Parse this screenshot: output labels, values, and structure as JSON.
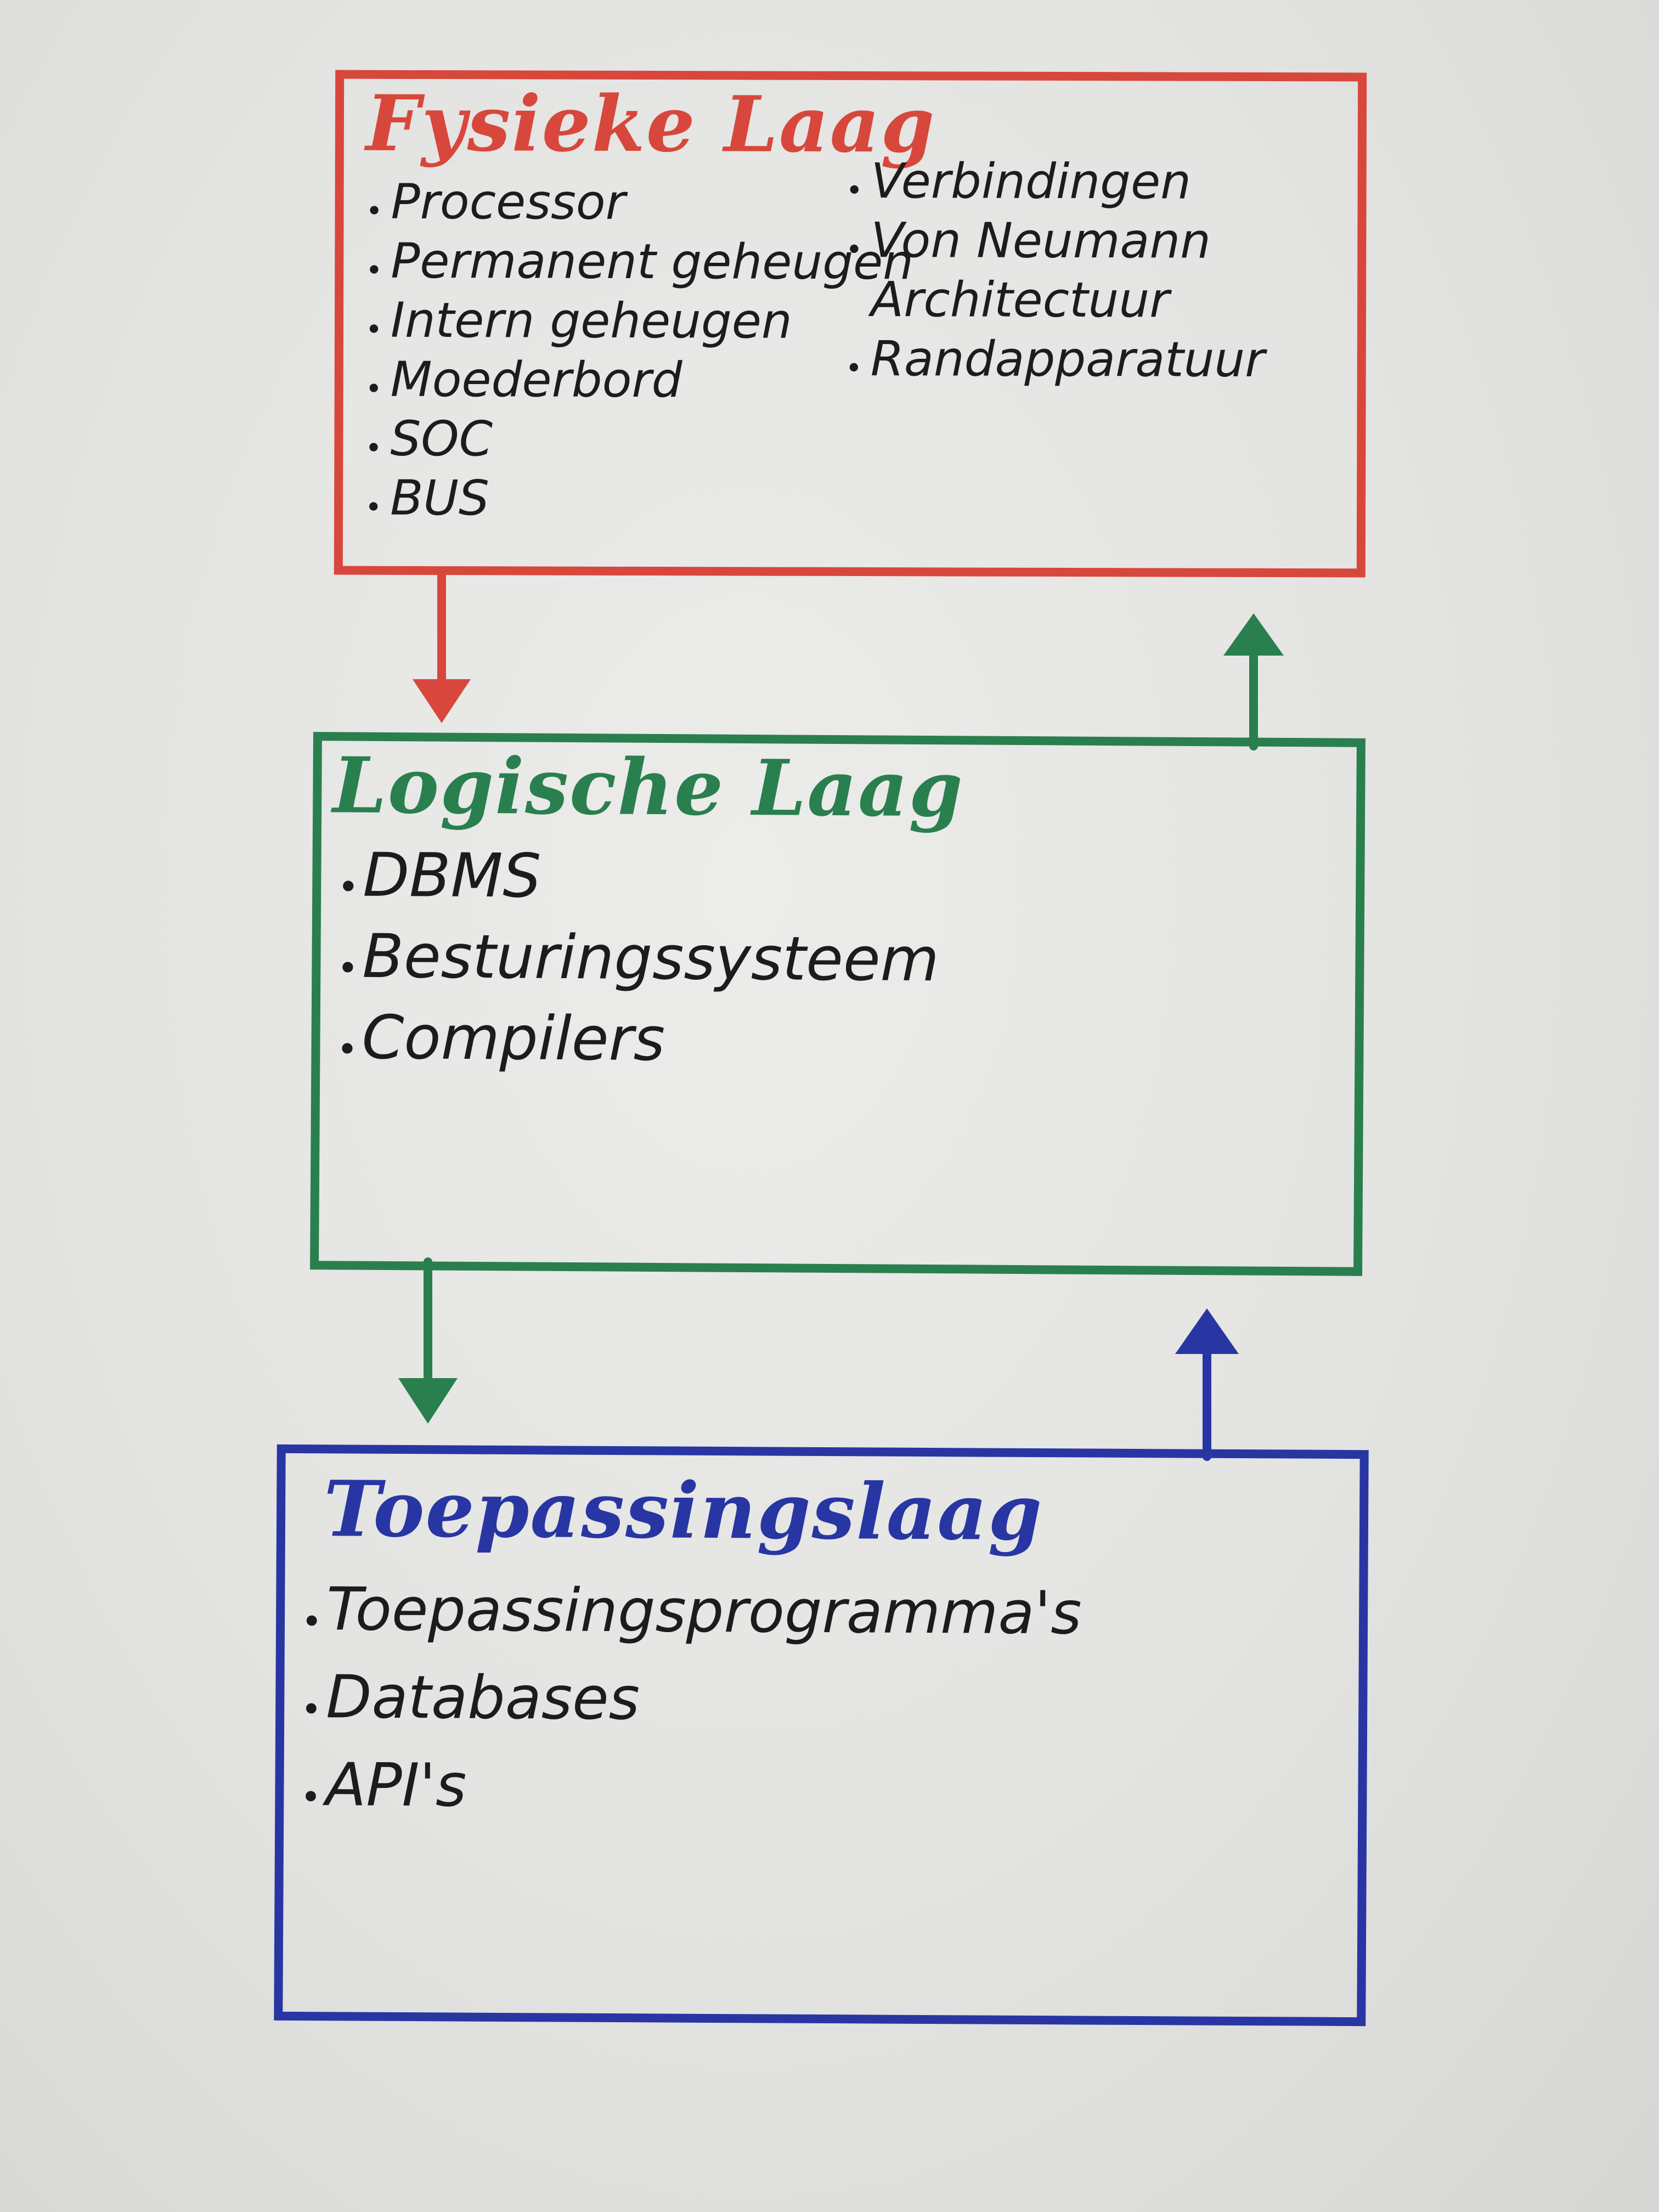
{
  "colors": {
    "fysiek": "#d8473c",
    "logisch": "#2a7f4f",
    "toepassing": "#2836a3"
  },
  "diagram": {
    "layers": [
      {
        "title": "Fysieke Laag",
        "items_left": [
          "Processor",
          "Permanent geheugen",
          "Intern geheugen",
          "Moederbord",
          "SOC",
          "BUS"
        ],
        "items_right": [
          "Verbindingen",
          "Von Neumann Architectuur",
          "Randapparatuur"
        ]
      },
      {
        "title": "Logische Laag",
        "items": [
          "DBMS",
          "Besturingssysteem",
          "Compilers"
        ]
      },
      {
        "title": "Toepassingslaag",
        "items": [
          "Toepassingsprogramma's",
          "Databases",
          "API's"
        ]
      }
    ],
    "connections": [
      {
        "from": "Fysieke Laag",
        "to": "Logische Laag",
        "direction": "down",
        "color": "#d8473c"
      },
      {
        "from": "Logische Laag",
        "to": "Fysieke Laag",
        "direction": "up",
        "color": "#2a7f4f"
      },
      {
        "from": "Logische Laag",
        "to": "Toepassingslaag",
        "direction": "down",
        "color": "#2a7f4f"
      },
      {
        "from": "Toepassingslaag",
        "to": "Logische Laag",
        "direction": "up",
        "color": "#2836a3"
      }
    ]
  }
}
